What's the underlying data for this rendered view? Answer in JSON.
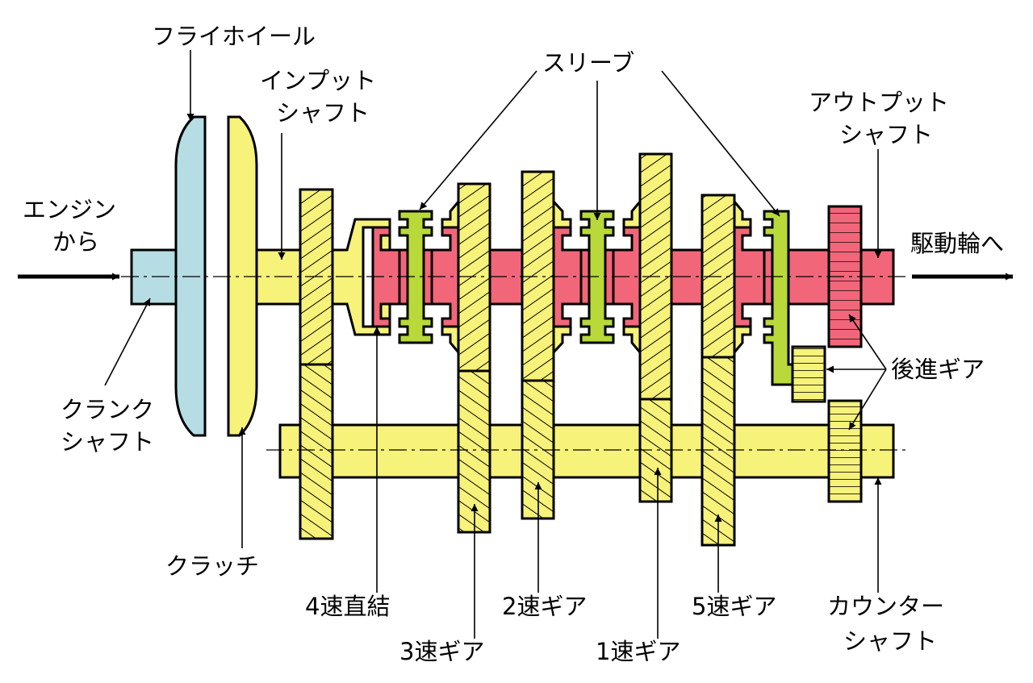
{
  "colors": {
    "flywheel": "#b6dde3",
    "yellow": "#f7f27a",
    "red": "#f2667a",
    "sleeve": "#b8d939"
  },
  "labels": {
    "flywheel": "フライホイール",
    "input_shaft": [
      "インプット",
      "シャフト"
    ],
    "sleeve": "スリーブ",
    "output_shaft": [
      "アウトプット",
      "シャフト"
    ],
    "from_engine": [
      "エンジン",
      "から"
    ],
    "to_drive_wheels": "駆動輪へ",
    "reverse_gear": "後進ギア",
    "crankshaft": [
      "クランク",
      "シャフト"
    ],
    "clutch": "クラッチ",
    "fourth_direct": "4速直結",
    "second_gear": "2速ギア",
    "fifth_gear": "5速ギア",
    "counter_shaft": [
      "カウンター",
      "シャフト"
    ],
    "third_gear": "3速ギア",
    "first_gear": "1速ギア"
  }
}
